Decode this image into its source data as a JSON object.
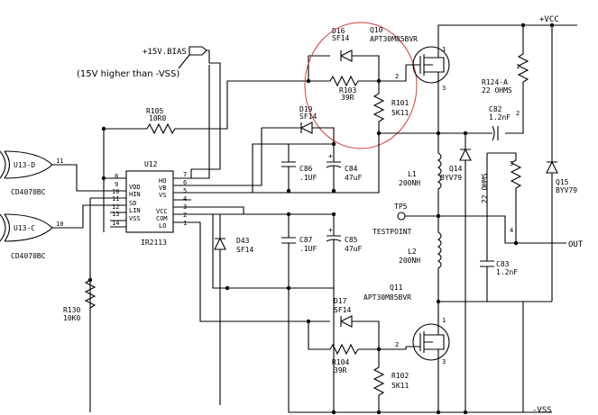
{
  "nets": {
    "vcc": "+VCC",
    "vss": "-VSS",
    "out": "OUT",
    "bias": "+15V.BIAS",
    "bias_note": "(15V higher than -VSS)",
    "testpoint_ref": "TP5",
    "testpoint_label": "TESTPOINT"
  },
  "ic": {
    "ref": "U12",
    "part": "IR2113",
    "left_pins": [
      {
        "name": "VDD",
        "num": "9"
      },
      {
        "name": "HIN",
        "num": "10"
      },
      {
        "name": "SD",
        "num": "11"
      },
      {
        "name": "LIN",
        "num": "12"
      },
      {
        "name": "VSS",
        "num": "13"
      }
    ],
    "right_pins": [
      {
        "name": "HO",
        "num": "7"
      },
      {
        "name": "VB",
        "num": "6"
      },
      {
        "name": "VS",
        "num": "5"
      },
      {
        "name": "VCC",
        "num": "3"
      },
      {
        "name": "COM",
        "num": "2"
      },
      {
        "name": "LO",
        "num": "1"
      }
    ],
    "extra_left_pins": [
      "8",
      "14"
    ],
    "extra_right_pin": "4"
  },
  "gates": [
    {
      "ref": "U13-D",
      "part": "CD4070BC",
      "out_pin": "11"
    },
    {
      "ref": "U13-C",
      "part": "CD4070BC",
      "out_pin": "10"
    }
  ],
  "components": {
    "r105": {
      "ref": "R105",
      "value": "10R0"
    },
    "r130": {
      "ref": "R130",
      "value": "10K0"
    },
    "d16": {
      "ref": "D16",
      "value": "SF14"
    },
    "r103": {
      "ref": "R103",
      "value": "39R"
    },
    "r101": {
      "ref": "R101",
      "value": "5K11"
    },
    "d19": {
      "ref": "D19",
      "value": "SF14"
    },
    "c86": {
      "ref": "C86",
      "value": ".1UF"
    },
    "c84": {
      "ref": "C84",
      "value": "47uF"
    },
    "d43": {
      "ref": "D43",
      "value": "SF14"
    },
    "c87": {
      "ref": "C87",
      "value": ".1UF"
    },
    "c85": {
      "ref": "C85",
      "value": "47uF"
    },
    "q10": {
      "ref": "Q10",
      "value": "APT30M85BVR"
    },
    "q11": {
      "ref": "Q11",
      "value": "APT30M85BVR"
    },
    "l1": {
      "ref": "L1",
      "value": "200NH"
    },
    "l2": {
      "ref": "L2",
      "value": "200NH"
    },
    "q14": {
      "ref": "Q14",
      "value": "BYV79"
    },
    "q15": {
      "ref": "Q15",
      "value": "BYV79"
    },
    "r124": {
      "ref": "R124-A",
      "value": "22 OHMS"
    },
    "r124b": {
      "value": "22 OHMS"
    },
    "c82": {
      "ref": "C82",
      "value": "1.2nF"
    },
    "c83": {
      "ref": "C83",
      "value": "1.2nF"
    },
    "d17": {
      "ref": "D17",
      "value": "SF14"
    },
    "r104": {
      "ref": "R104",
      "value": "39R"
    },
    "r102": {
      "ref": "R102",
      "value": "5K11"
    }
  },
  "pin_numbers": {
    "q_gate": "2",
    "q_drain": "1",
    "q_source": "3",
    "r124_top": "1",
    "r124_bot": "2",
    "r124b_top": "3",
    "r124b_bot": "4"
  }
}
